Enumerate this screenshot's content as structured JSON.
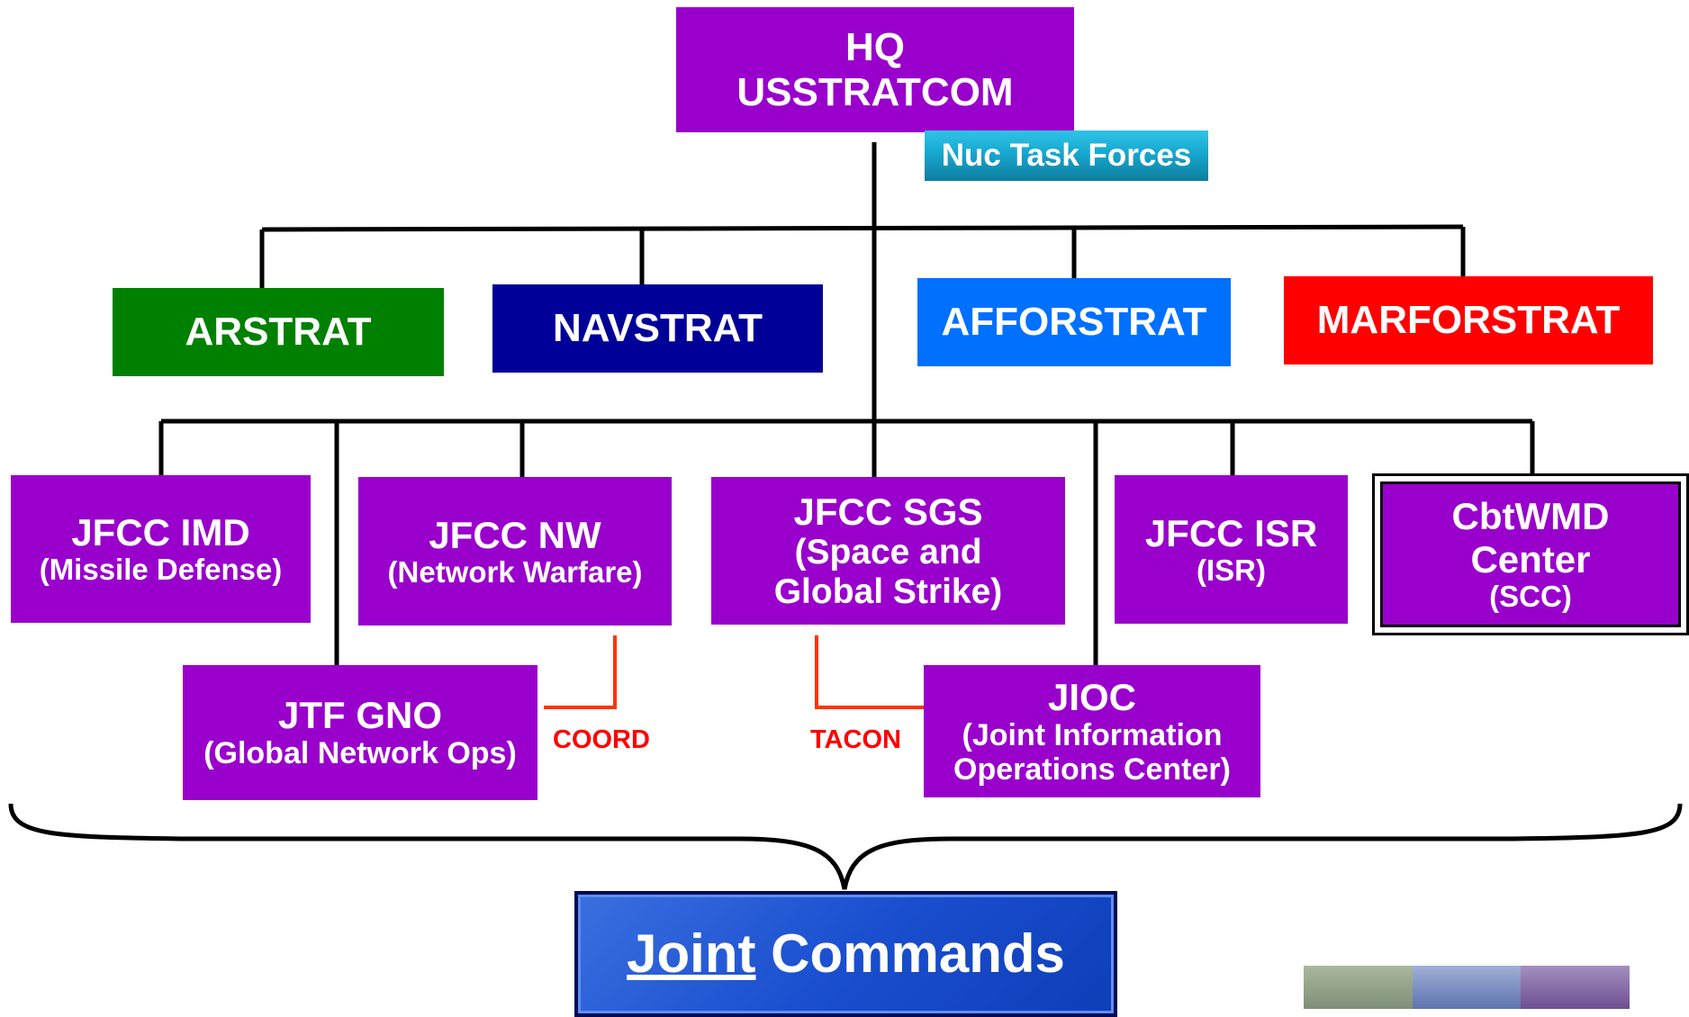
{
  "hq": {
    "line1": "HQ",
    "line2": "USSTRATCOM"
  },
  "nuc_task_forces": "Nuc Task Forces",
  "components": {
    "arstrat": "ARSTRAT",
    "navstrat": "NAVSTRAT",
    "afforstrat": "AFFORSTRAT",
    "marforstrat": "MARFORSTRAT"
  },
  "jfcc": {
    "imd": {
      "title": "JFCC IMD",
      "sub": "(Missile Defense)"
    },
    "nw": {
      "title": "JFCC NW",
      "sub": "(Network Warfare)"
    },
    "sgs": {
      "title": "JFCC SGS",
      "sub1": "(Space and",
      "sub2": "Global Strike)"
    },
    "isr": {
      "title": "JFCC ISR",
      "sub": "(ISR)"
    },
    "wmd": {
      "line1": "CbtWMD",
      "line2": "Center",
      "sub": "(SCC)"
    }
  },
  "jtf_gno": {
    "title": "JTF GNO",
    "sub": "(Global Network Ops)"
  },
  "jioc": {
    "title": "JIOC",
    "sub1": "(Joint Information",
    "sub2": "Operations Center)"
  },
  "relations": {
    "coord": "COORD",
    "tacon": "TACON"
  },
  "joint_commands": {
    "underlined": "Joint",
    "rest": " Commands"
  },
  "colors": {
    "purple": "#9900cc",
    "green": "#008000",
    "navy": "#000099",
    "blue": "#0070ff",
    "red": "#ff0000"
  }
}
